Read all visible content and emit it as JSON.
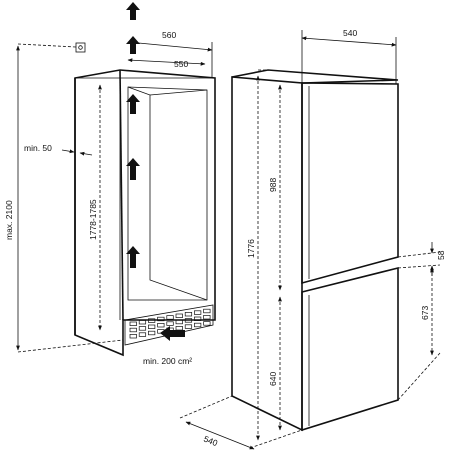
{
  "dimensions": {
    "niche_depth": "560",
    "niche_depth_inner": "550",
    "niche_max_height": "max. 2100",
    "niche_height_range": "1778-1785",
    "min_gap": "min. 50",
    "vent_area": "min. 200 cm²",
    "appliance_width": "540",
    "appliance_height": "1776",
    "upper_door_height": "988",
    "door_gap": "58",
    "lower_door_height": "673",
    "lower_section_height": "640",
    "appliance_depth": "540"
  }
}
